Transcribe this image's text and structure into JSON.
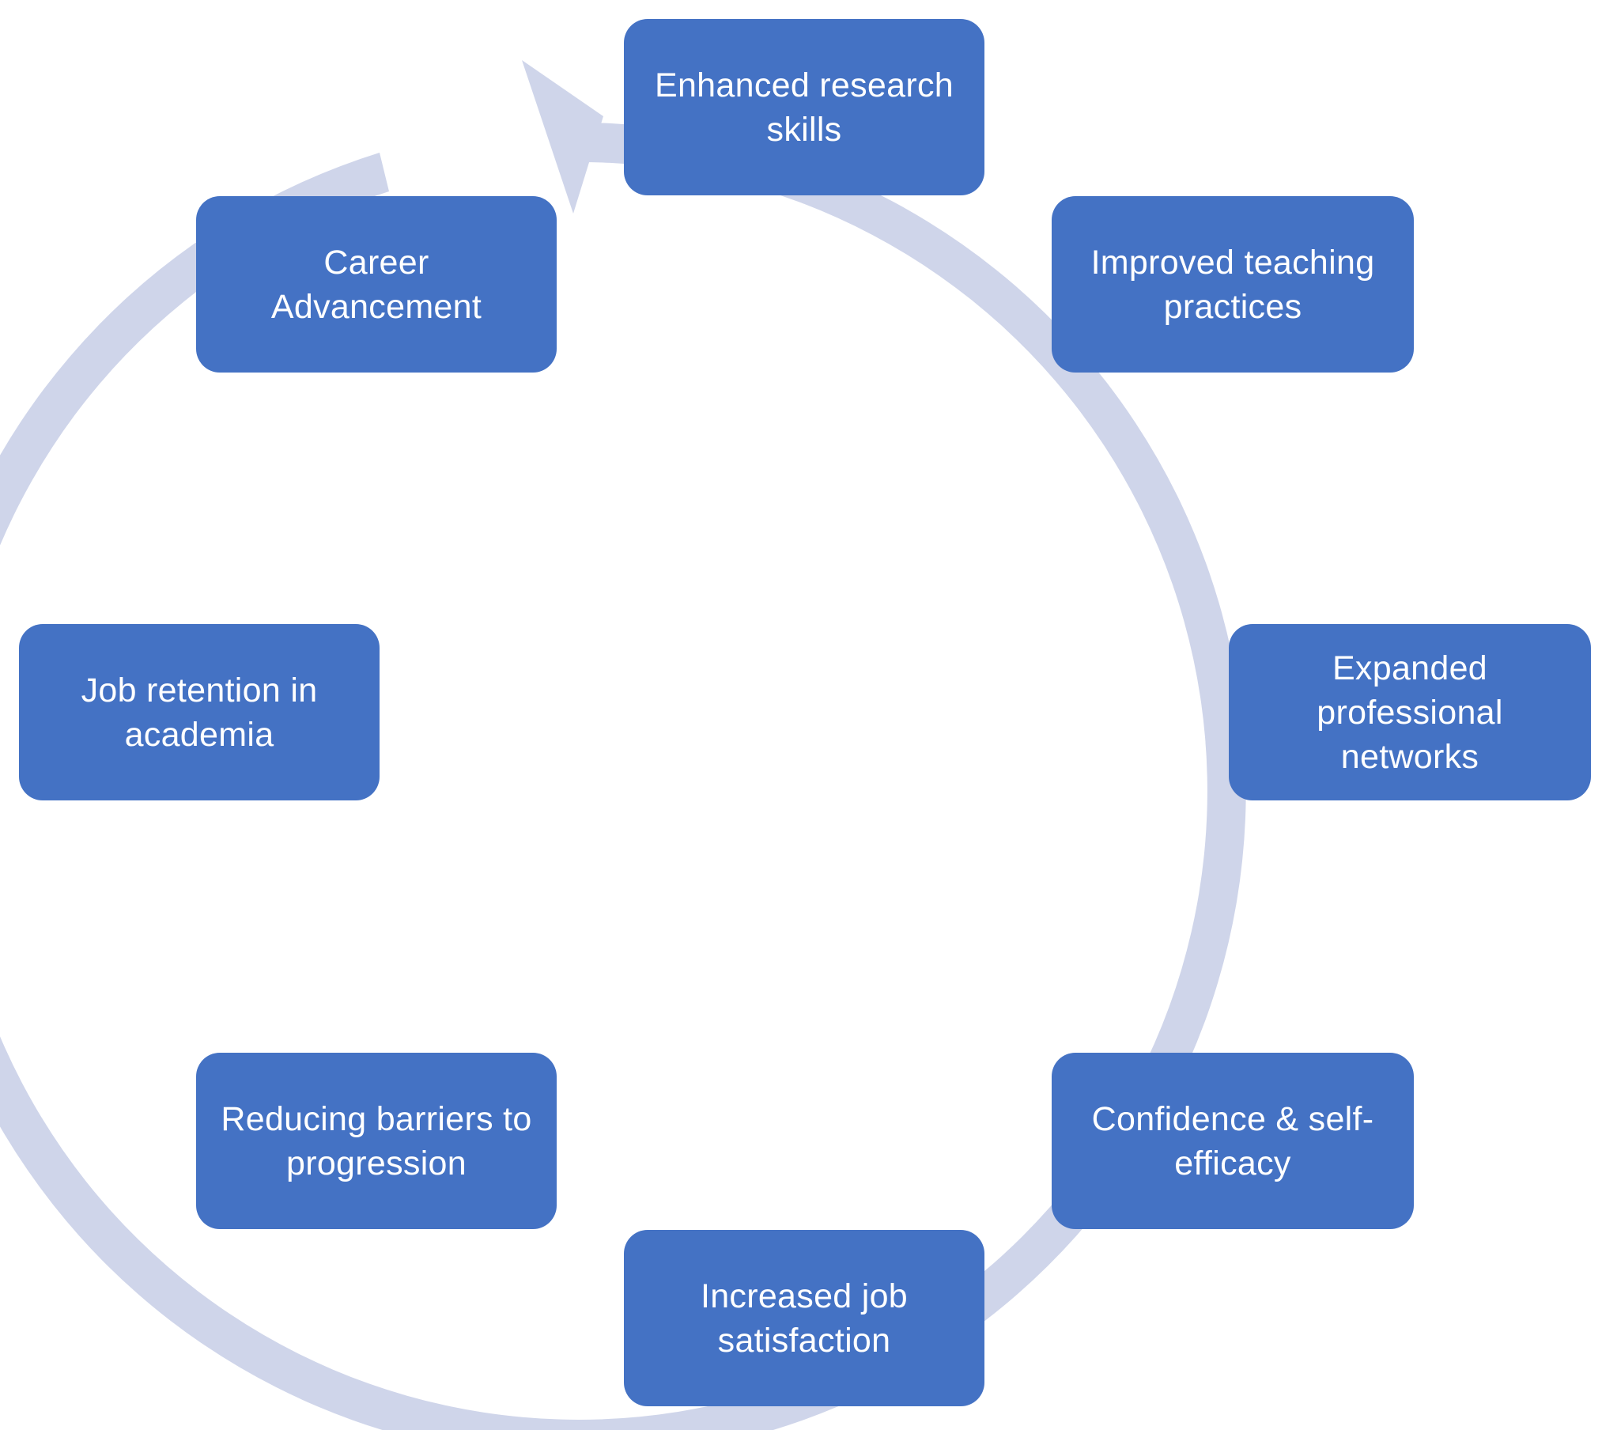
{
  "colors": {
    "node_fill": "#4472C4",
    "ring": "#CFD5EA",
    "node_text": "#FFFFFF",
    "background": "#FFFFFF"
  },
  "cycle": {
    "direction": "clockwise",
    "nodes": [
      {
        "id": "research",
        "label": "Enhanced research skills"
      },
      {
        "id": "teaching",
        "label": "Improved teaching practices"
      },
      {
        "id": "networks",
        "label": "Expanded professional networks"
      },
      {
        "id": "confidence",
        "label": "Confidence & self-efficacy"
      },
      {
        "id": "satisfaction",
        "label": "Increased job satisfaction"
      },
      {
        "id": "barriers",
        "label": "Reducing barriers to progression"
      },
      {
        "id": "retention",
        "label": "Job retention in academia"
      },
      {
        "id": "career",
        "label": "Career Advancement"
      }
    ]
  }
}
